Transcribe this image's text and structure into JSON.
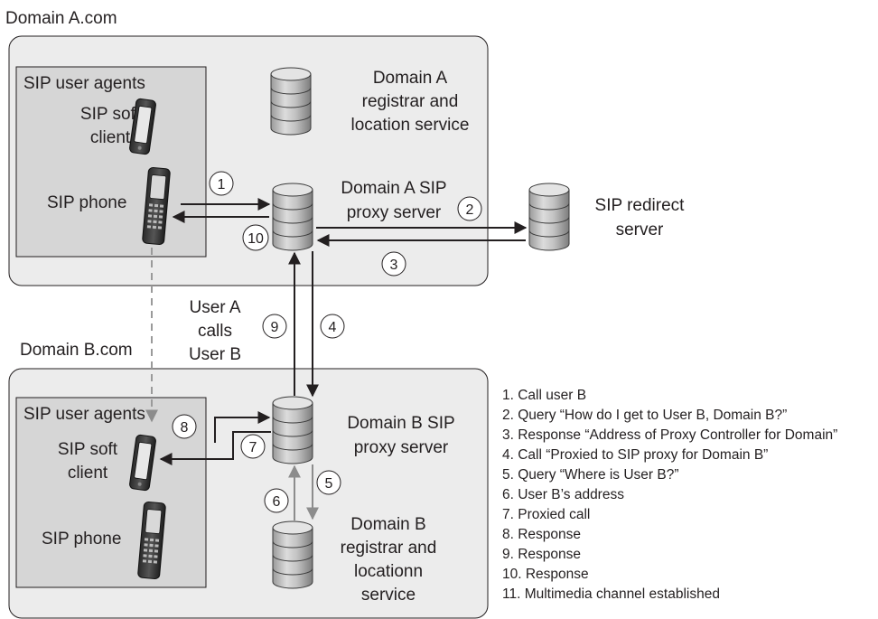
{
  "domain_a": {
    "title": "Domain A.com",
    "user_agents_title": "SIP user agents",
    "soft_client": [
      "SIP soft",
      "client"
    ],
    "phone": "SIP phone",
    "registrar": [
      "Domain A",
      "registrar and",
      "location service"
    ],
    "proxy": [
      "Domain A SIP",
      "proxy server"
    ]
  },
  "redirect": [
    "SIP redirect",
    "server"
  ],
  "call_note": [
    "User A",
    "calls",
    "User B"
  ],
  "domain_b": {
    "title": "Domain B.com",
    "user_agents_title": "SIP user agents",
    "soft_client": [
      "SIP soft",
      "client"
    ],
    "phone": "SIP phone",
    "proxy": [
      "Domain B SIP",
      "proxy server"
    ],
    "registrar": [
      "Domain B",
      "registrar and",
      "locationn",
      "service"
    ]
  },
  "steps": [
    "1",
    "2",
    "3",
    "4",
    "5",
    "6",
    "7",
    "8",
    "9",
    "10"
  ],
  "legend": [
    "1.  Call user B",
    "2.  Query “How do I get to User B, Domain B?”",
    "3.  Response “Address of Proxy Controller for Domain”",
    "4.  Call “Proxied to SIP proxy for Domain B”",
    "5.  Query “Where is User B?”",
    "6.  User B’s address",
    "7.  Proxied call",
    "8.  Response",
    "9.  Response",
    "10.  Response",
    "11.  Multimedia channel established"
  ],
  "colors": {
    "domain_fill": "#ececec",
    "agents_fill": "#d6d6d6",
    "border": "#231f20",
    "arrow_dark": "#231f20",
    "arrow_gray": "#8c8c8c",
    "dashed": "#9a9a9a"
  },
  "icons": {
    "database": "database-cylinder-icon",
    "phone": "mobile-phone-icon",
    "smartphone": "smartphone-icon"
  }
}
